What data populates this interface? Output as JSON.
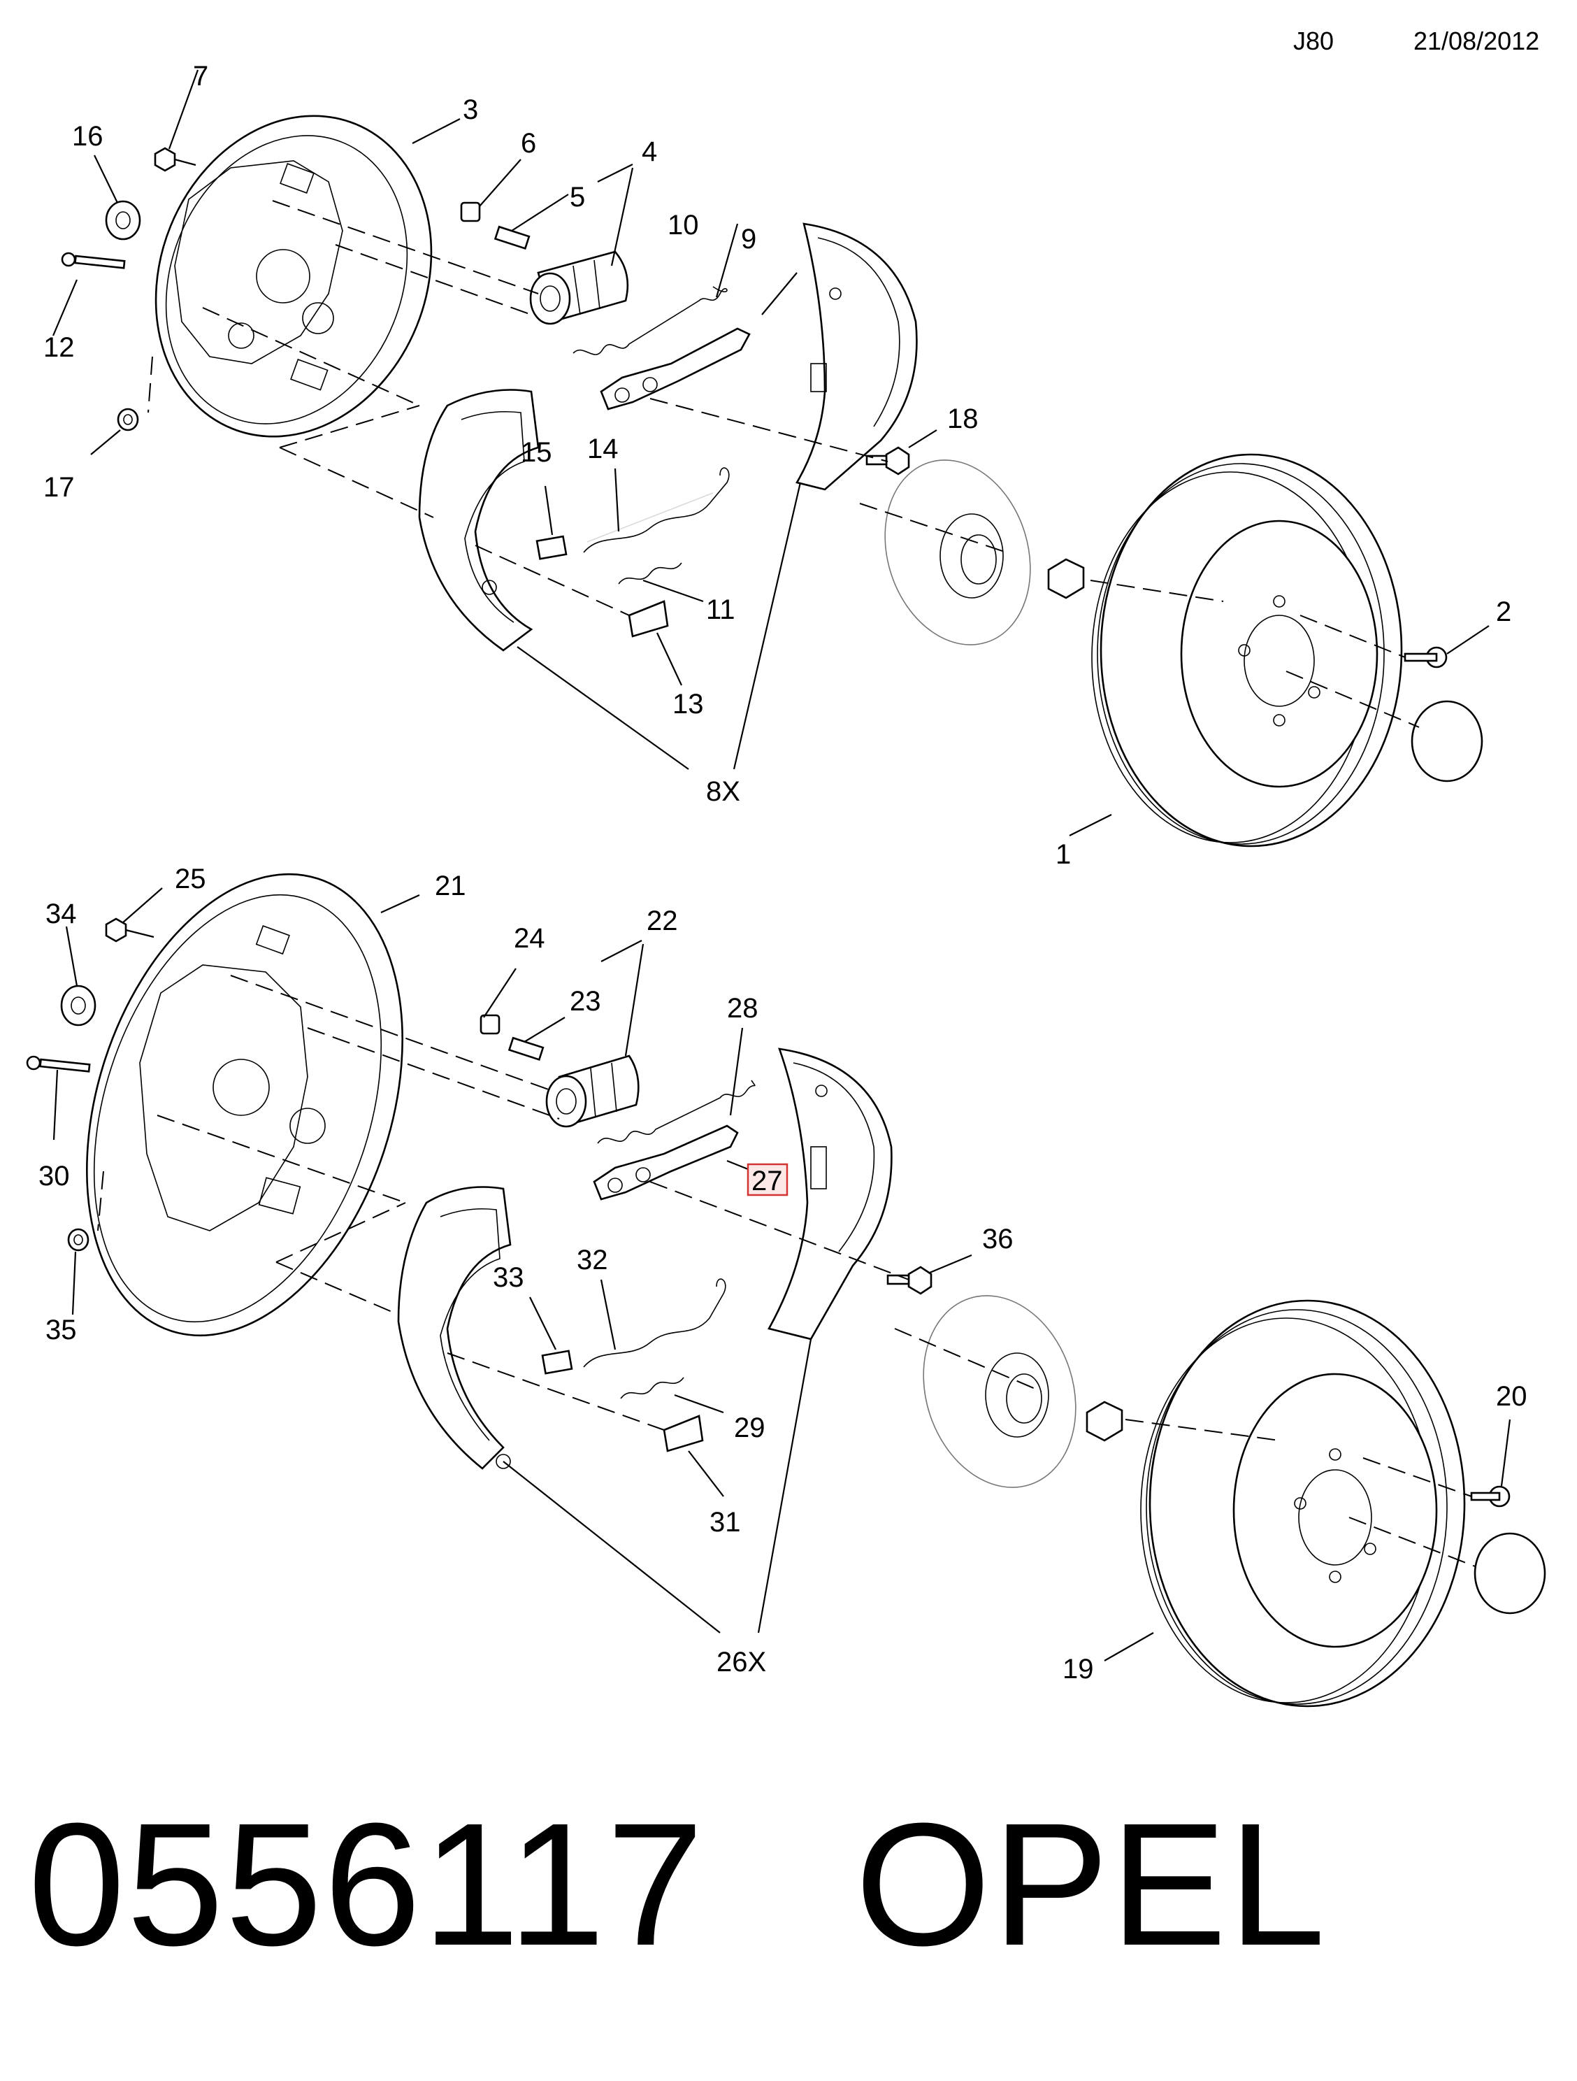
{
  "header": {
    "code": "J80",
    "date": "21/08/2012"
  },
  "footer": {
    "part_number": "0556117",
    "brand": "OPEL"
  },
  "callouts": [
    {
      "id": "c1",
      "text": "1"
    },
    {
      "id": "c2",
      "text": "2"
    },
    {
      "id": "c3",
      "text": "3"
    },
    {
      "id": "c4",
      "text": "4"
    },
    {
      "id": "c5",
      "text": "5"
    },
    {
      "id": "c6",
      "text": "6"
    },
    {
      "id": "c7",
      "text": "7"
    },
    {
      "id": "c8x",
      "text": "8X"
    },
    {
      "id": "c9",
      "text": "9"
    },
    {
      "id": "c10",
      "text": "10"
    },
    {
      "id": "c11",
      "text": "11"
    },
    {
      "id": "c12",
      "text": "12"
    },
    {
      "id": "c13",
      "text": "13"
    },
    {
      "id": "c14",
      "text": "14"
    },
    {
      "id": "c15",
      "text": "15"
    },
    {
      "id": "c16",
      "text": "16"
    },
    {
      "id": "c17",
      "text": "17"
    },
    {
      "id": "c18",
      "text": "18"
    },
    {
      "id": "c19",
      "text": "19"
    },
    {
      "id": "c20",
      "text": "20"
    },
    {
      "id": "c21",
      "text": "21"
    },
    {
      "id": "c22",
      "text": "22"
    },
    {
      "id": "c23",
      "text": "23"
    },
    {
      "id": "c24",
      "text": "24"
    },
    {
      "id": "c25",
      "text": "25"
    },
    {
      "id": "c26x",
      "text": "26X"
    },
    {
      "id": "c27",
      "text": "27",
      "highlight": true
    },
    {
      "id": "c28",
      "text": "28"
    },
    {
      "id": "c29",
      "text": "29"
    },
    {
      "id": "c30",
      "text": "30"
    },
    {
      "id": "c31",
      "text": "31"
    },
    {
      "id": "c32",
      "text": "32"
    },
    {
      "id": "c33",
      "text": "33"
    },
    {
      "id": "c34",
      "text": "34"
    },
    {
      "id": "c35",
      "text": "35"
    },
    {
      "id": "c36",
      "text": "36"
    }
  ],
  "highlight_color": "#d33333"
}
